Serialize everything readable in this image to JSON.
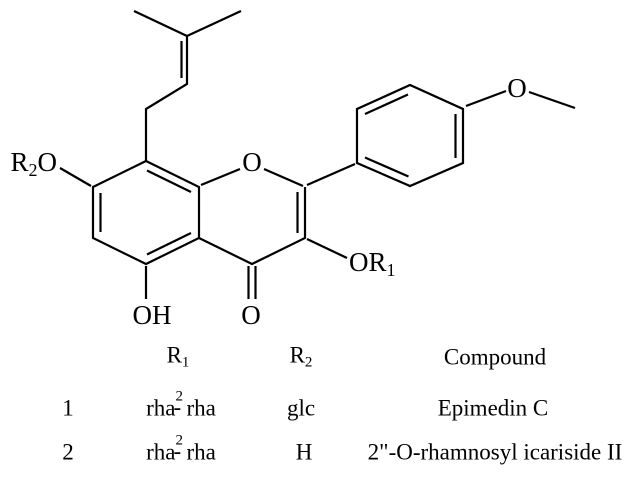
{
  "figure": {
    "type": "chemical-structure-with-substituent-table",
    "background_color": "#ffffff",
    "ink_color": "#000000"
  },
  "structure": {
    "description": "Prenylated flavonol (icariin-type) scaffold with 4'-methoxyphenyl B-ring, 5-OH, 7-OR2, 3-OR1, 8-prenyl",
    "labels": {
      "r2o": {
        "r": "R",
        "sub": "2",
        "o": "O"
      },
      "ring_oxygen": "O",
      "hydroxyl": "OH",
      "carbonyl_oxygen": "O",
      "methoxy_oxygen": "O",
      "or1": {
        "o": "O",
        "r": "R",
        "sub": "1"
      }
    }
  },
  "table": {
    "header": {
      "r1": {
        "base": "R",
        "sub": "1"
      },
      "r2": {
        "base": "R",
        "sub": "2"
      },
      "compound": "Compound"
    },
    "rows": [
      {
        "index": "1",
        "r1": {
          "left": "rha",
          "sup": "2",
          "dash": "-",
          "right": "rha"
        },
        "r2": "glc",
        "compound": "Epimedin C"
      },
      {
        "index": "2",
        "r1": {
          "left": "rha",
          "sup": "2",
          "dash": "-",
          "right": "rha"
        },
        "r2": "H",
        "compound": "2\"-O-rhamnosyl icariside II"
      }
    ]
  }
}
